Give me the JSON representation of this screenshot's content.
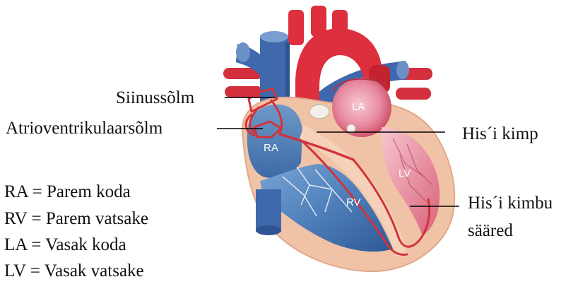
{
  "labels": {
    "sinoatrial": "Siinussõlm",
    "atrioventricular": "Atrioventrikulaarsõlm",
    "his_bundle": "His´i kimp",
    "his_branches_line1": "His´i kimbu",
    "his_branches_line2": "sääred"
  },
  "chambers": {
    "ra": "RA",
    "rv": "RV",
    "la": "LA",
    "lv": "LV"
  },
  "legend": [
    "RA = Parem koda",
    "RV = Parem vatsake",
    "LA = Vasak koda",
    "LV = Vasak vatsake"
  ],
  "colors": {
    "vein_blue": "#3f68ad",
    "artery_red": "#dd2f3d",
    "muscle": "#f1c3a6",
    "conduction": "#d0333a"
  }
}
